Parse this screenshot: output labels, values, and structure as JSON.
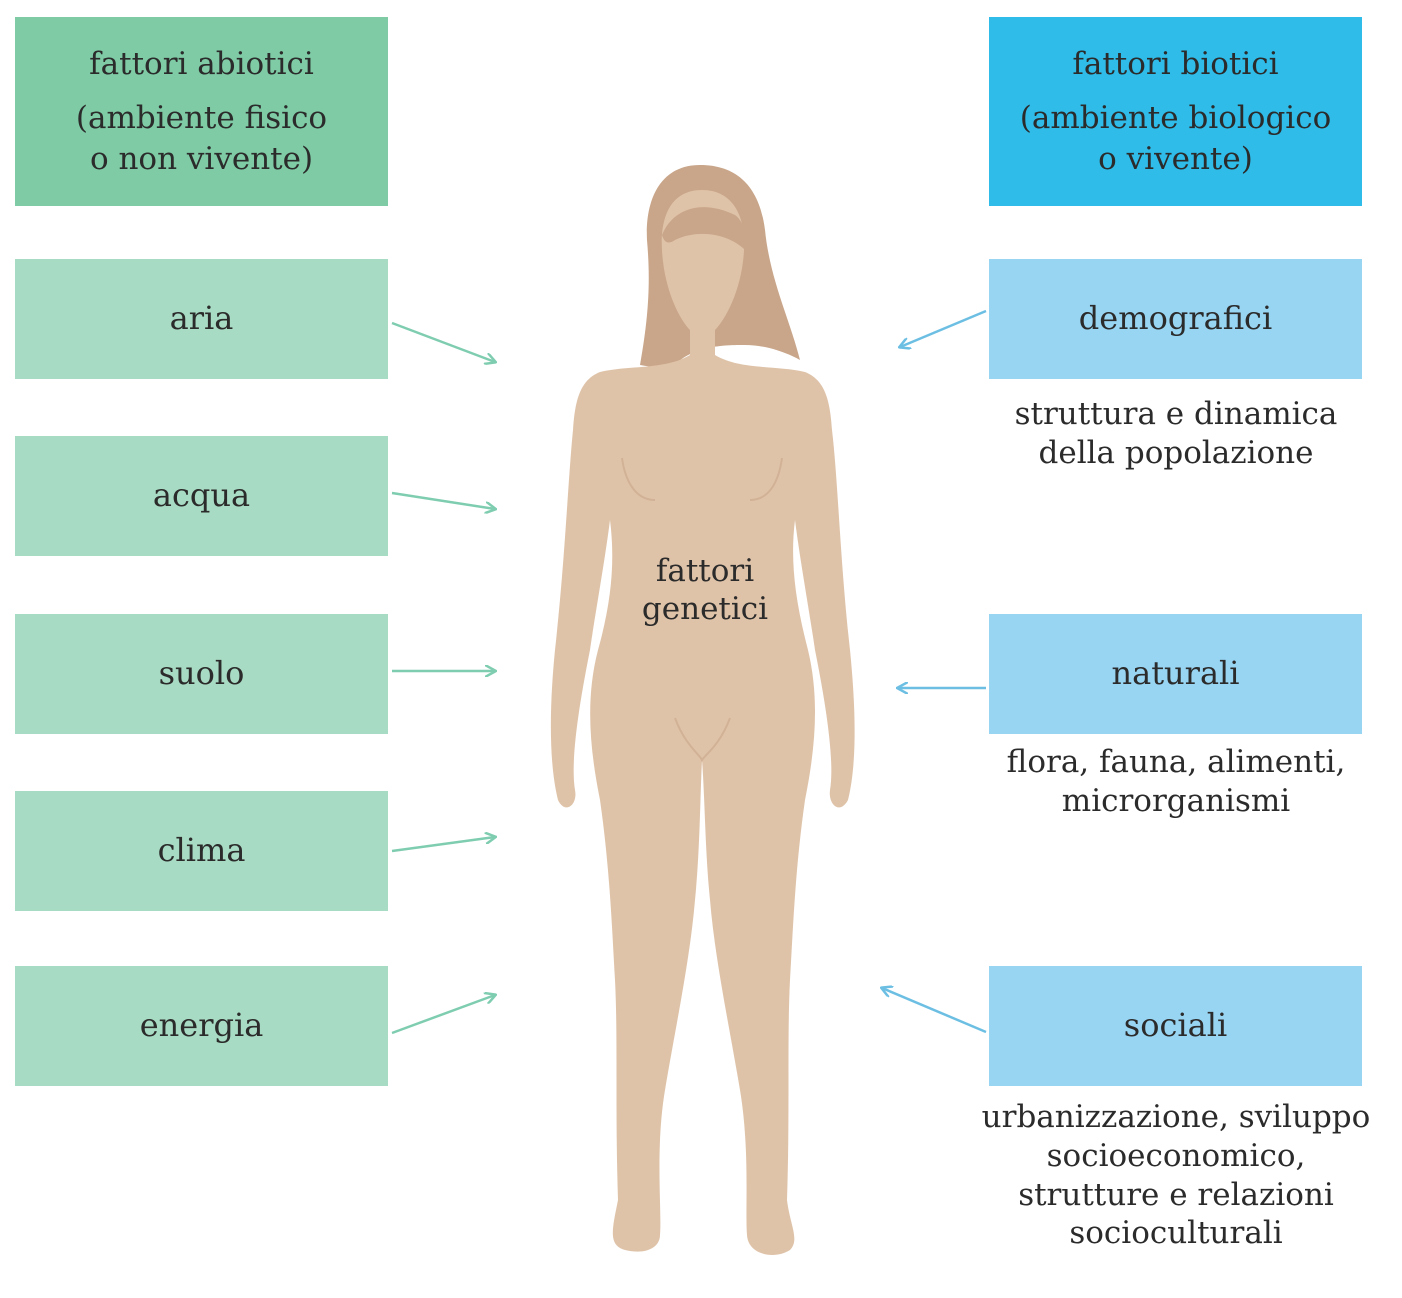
{
  "abiotic": {
    "title": "fattori abiotici",
    "subtitle_line1": "(ambiente fisico",
    "subtitle_line2": "o non vivente)",
    "color": "#7ecba5",
    "item_color": "#a8dbc3",
    "items": [
      "aria",
      "acqua",
      "suolo",
      "clima",
      "energia"
    ]
  },
  "biotic": {
    "title": "fattori biotici",
    "subtitle_line1": "(ambiente biologico",
    "subtitle_line2": "o vivente)",
    "color": "#2fbce9",
    "item_color": "#98d5f3",
    "items": [
      {
        "label": "demografici",
        "desc_lines": [
          "struttura e dinamica",
          "della popolazione"
        ]
      },
      {
        "label": "naturali",
        "desc_lines": [
          "flora, fauna, alimenti,",
          "microrganismi"
        ]
      },
      {
        "label": "sociali",
        "desc_lines": [
          "urbanizzazione, sviluppo",
          "socioeconomico,",
          "strutture e relazioni",
          "socioculturali"
        ]
      }
    ]
  },
  "center": {
    "line1": "fattori",
    "line2": "genetici",
    "figure_color": "#dfc3a9",
    "hair_color": "#c9a68a"
  }
}
